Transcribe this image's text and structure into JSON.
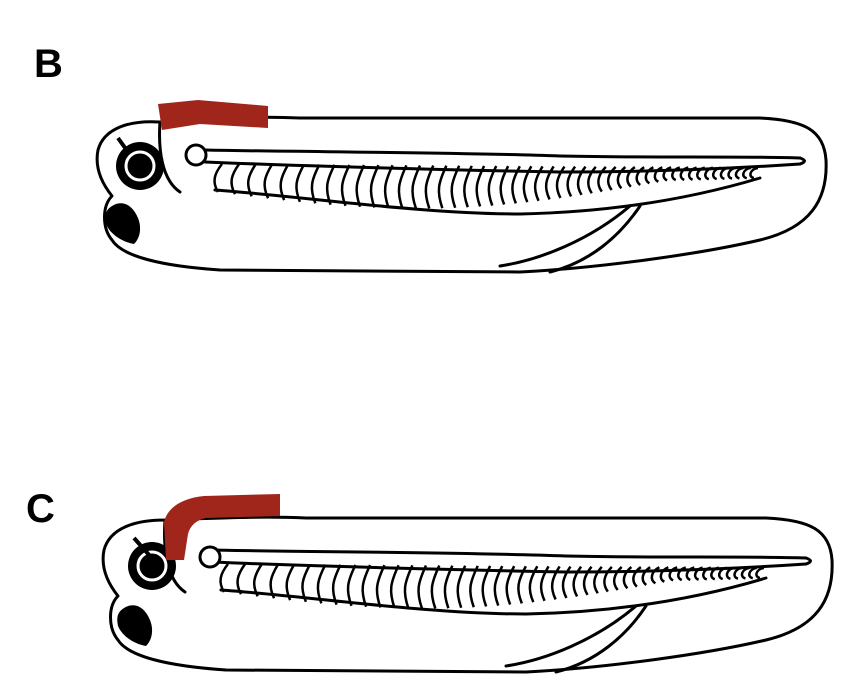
{
  "panels": [
    {
      "id": "B",
      "letter": "B"
    },
    {
      "id": "C",
      "letter": "C"
    }
  ],
  "colors": {
    "outline": "#000000",
    "highlight": "#a0261c",
    "background": "#ffffff"
  }
}
